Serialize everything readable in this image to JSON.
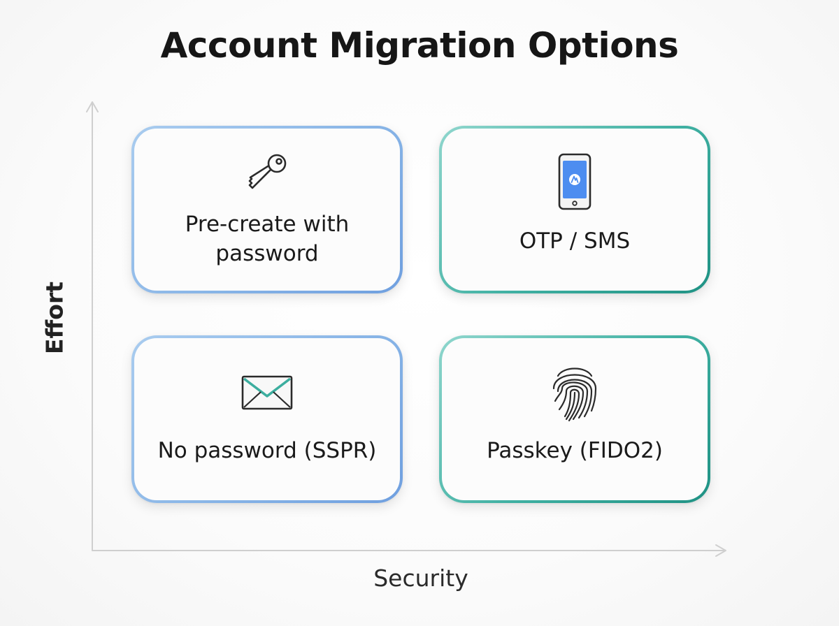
{
  "title": "Account Migration Options",
  "axes": {
    "x_label": "Security",
    "y_label": "Effort"
  },
  "colors": {
    "blue_border": "#86b3e6",
    "teal_border": "#3fb0a2",
    "axis": "#cfcfcf",
    "phone_screen": "#4d8df0"
  },
  "quadrants": [
    {
      "id": "top-left",
      "label_line1": "Pre-create with",
      "label_line2": "password",
      "icon": "key-icon"
    },
    {
      "id": "top-right",
      "label": "OTP / SMS",
      "icon": "mobile-phone-icon"
    },
    {
      "id": "bottom-left",
      "label": "No password (SSPR)",
      "icon": "envelope-icon"
    },
    {
      "id": "bottom-right",
      "label": "Passkey (FIDO2)",
      "icon": "fingerprint-icon"
    }
  ]
}
